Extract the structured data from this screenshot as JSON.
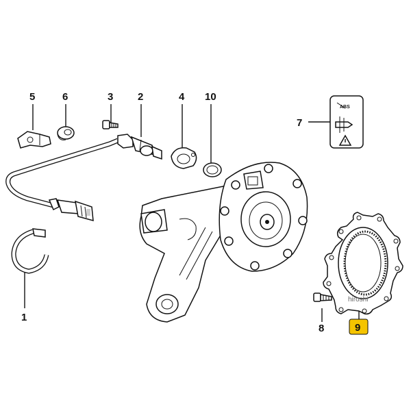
{
  "callouts": {
    "p1": "1",
    "p2": "2",
    "p3": "3",
    "p4": "4",
    "p5": "5",
    "p6": "6",
    "p7": "7",
    "p8": "8",
    "p9": "9",
    "p10": "10"
  },
  "highlight_color": "#f5c400",
  "label_abs": "ABS",
  "watermark": "hiroshi"
}
